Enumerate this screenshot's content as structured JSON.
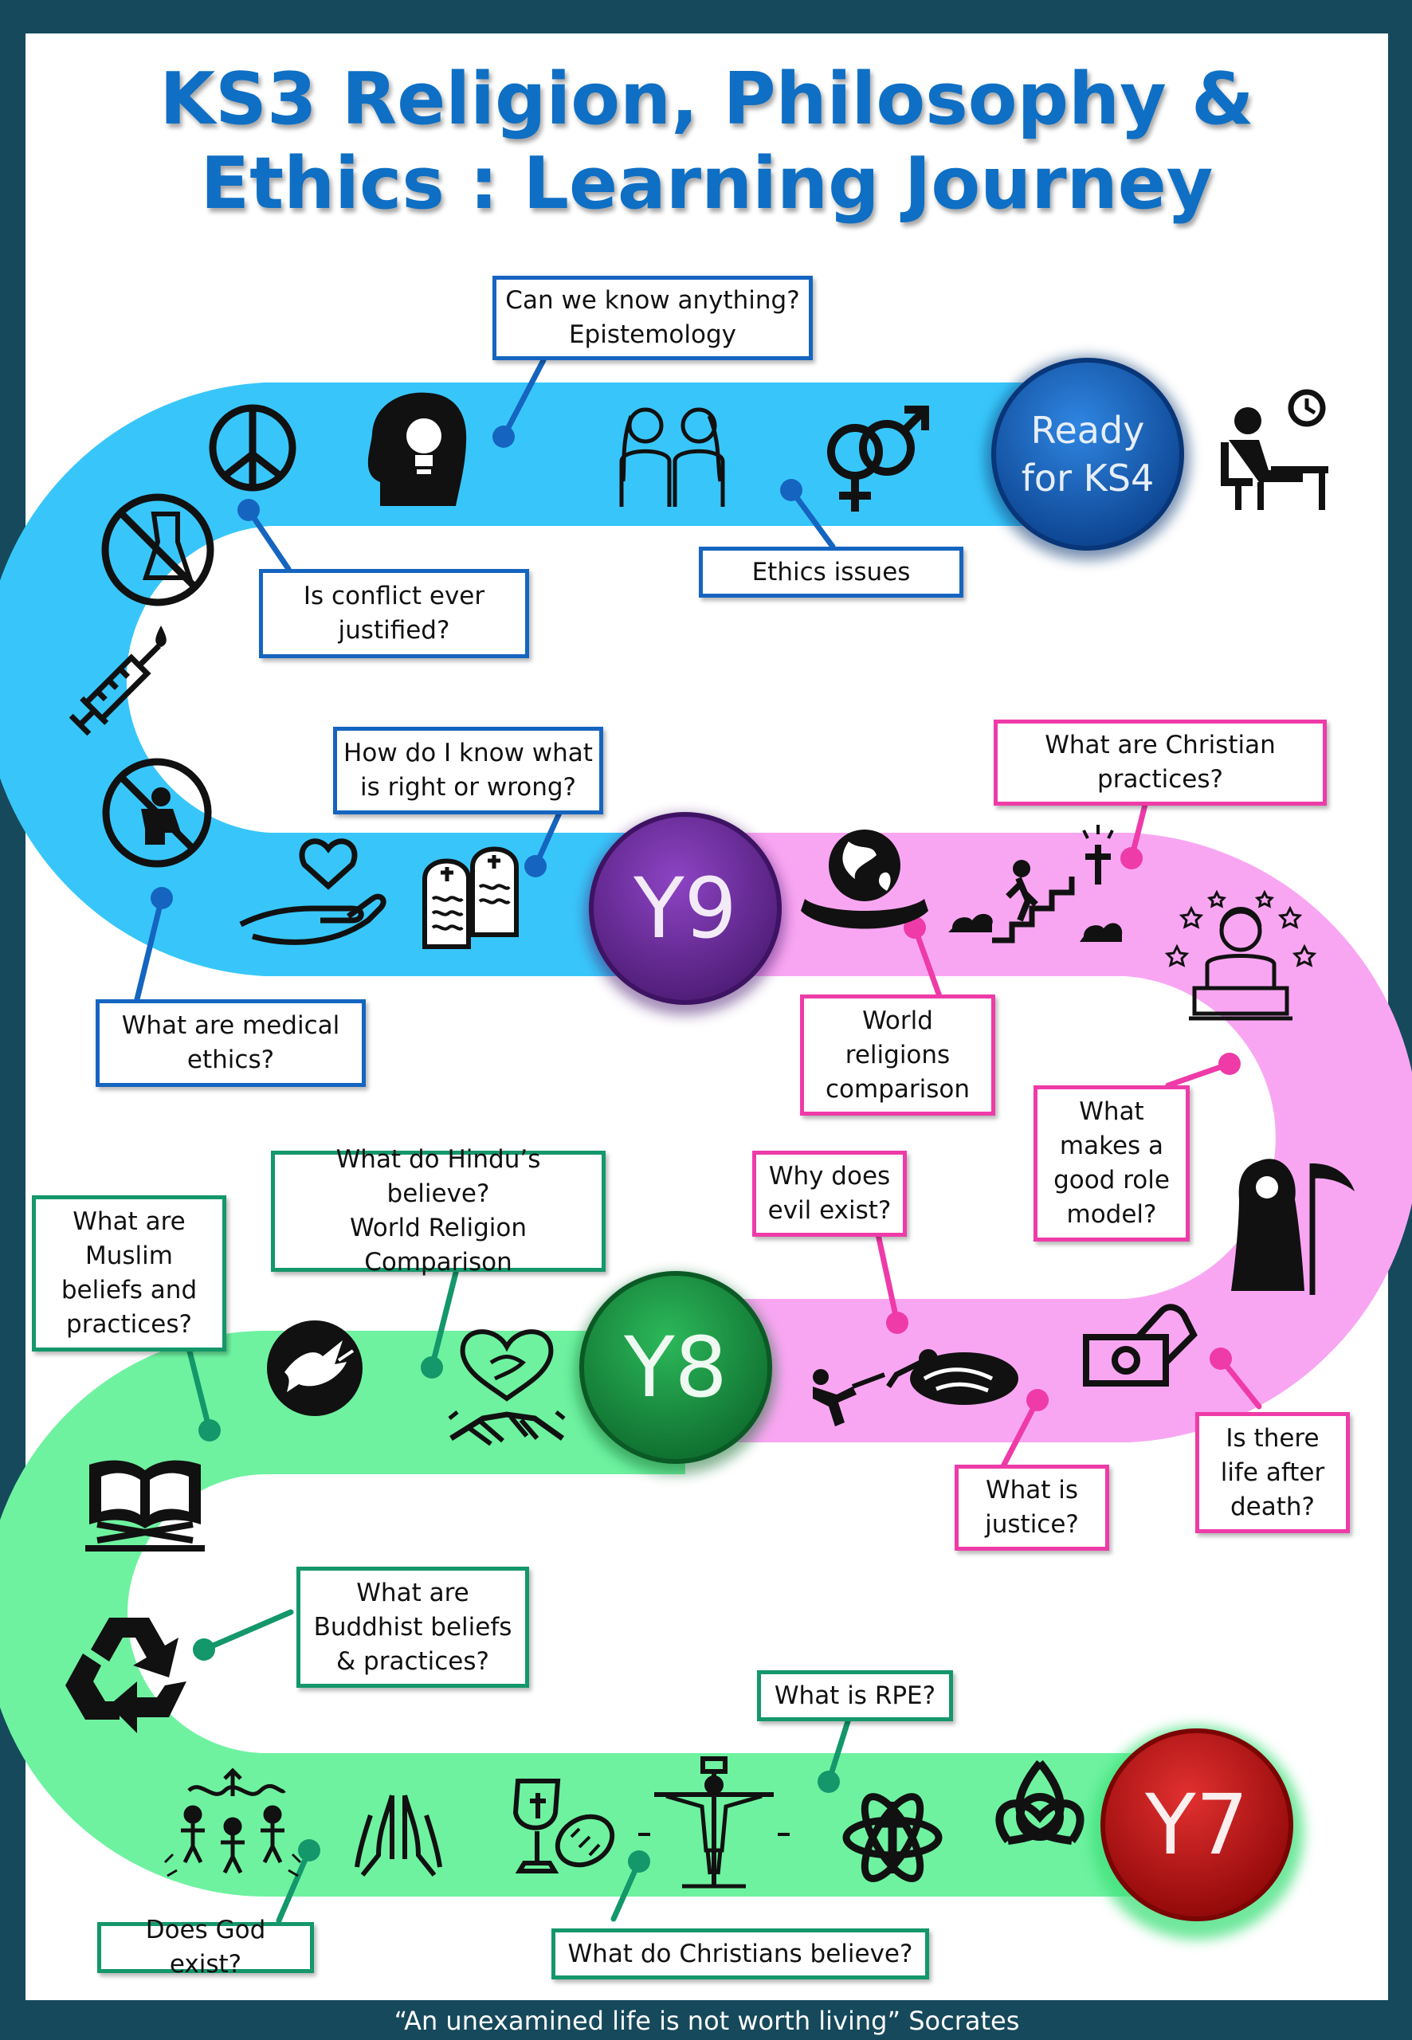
{
  "title": {
    "line1": "KS3 Religion, Philosophy &",
    "line2": "Ethics : Learning Journey"
  },
  "badges": {
    "ks4": {
      "line1": "Ready",
      "line2": "for KS4"
    },
    "y9": "Y9",
    "y8": "Y8",
    "y7": "Y7"
  },
  "labels": {
    "epistemology": {
      "line1": "Can we know anything?",
      "line2": "Epistemology"
    },
    "ethics_issues": "Ethics issues",
    "conflict": {
      "line1": "Is conflict ever",
      "line2": "justified?"
    },
    "right_wrong": {
      "line1": "How do I know what",
      "line2": "is right or wrong?"
    },
    "medical": {
      "line1": "What are medical",
      "line2": "ethics?"
    },
    "christian_practices": {
      "line1": "What are Christian",
      "line2": "practices?"
    },
    "world_religions": {
      "line1": "World",
      "line2": "religions",
      "line3": "comparison"
    },
    "role_model": {
      "line1": "What",
      "line2": "makes a",
      "line3": "good role",
      "line4": "model?"
    },
    "evil": {
      "line1": "Why does",
      "line2": "evil exist?"
    },
    "justice": {
      "line1": "What is",
      "line2": "justice?"
    },
    "afterlife": {
      "line1": "Is there",
      "line2": "life after",
      "line3": "death?"
    },
    "hindu": {
      "line1": "What do Hindu’s believe?",
      "line2": "World Religion",
      "line3": "Comparison"
    },
    "muslim": {
      "line1": "What are",
      "line2": "Muslim",
      "line3": "beliefs and",
      "line4": "practices?"
    },
    "buddhist": {
      "line1": "What are",
      "line2": "Buddhist beliefs",
      "line3": "& practices?"
    },
    "rpe": "What is RPE?",
    "god": "Does God exist?",
    "christians_believe": "What do Christians believe?"
  },
  "quote": "“An unexamined life is not worth living” Socrates",
  "colors": {
    "background": "#16495c",
    "title": "#0e6fc4",
    "path_blue": "#38c6fa",
    "path_pink": "#f9a6f2",
    "path_green": "#6ef2a0",
    "border_blue": "#1565c0",
    "border_pink": "#ee3ba8",
    "border_green": "#14976a",
    "ks4": "#0b4fa6",
    "y9": "#6a2b98",
    "y8": "#16903e",
    "y7": "#c41010"
  }
}
